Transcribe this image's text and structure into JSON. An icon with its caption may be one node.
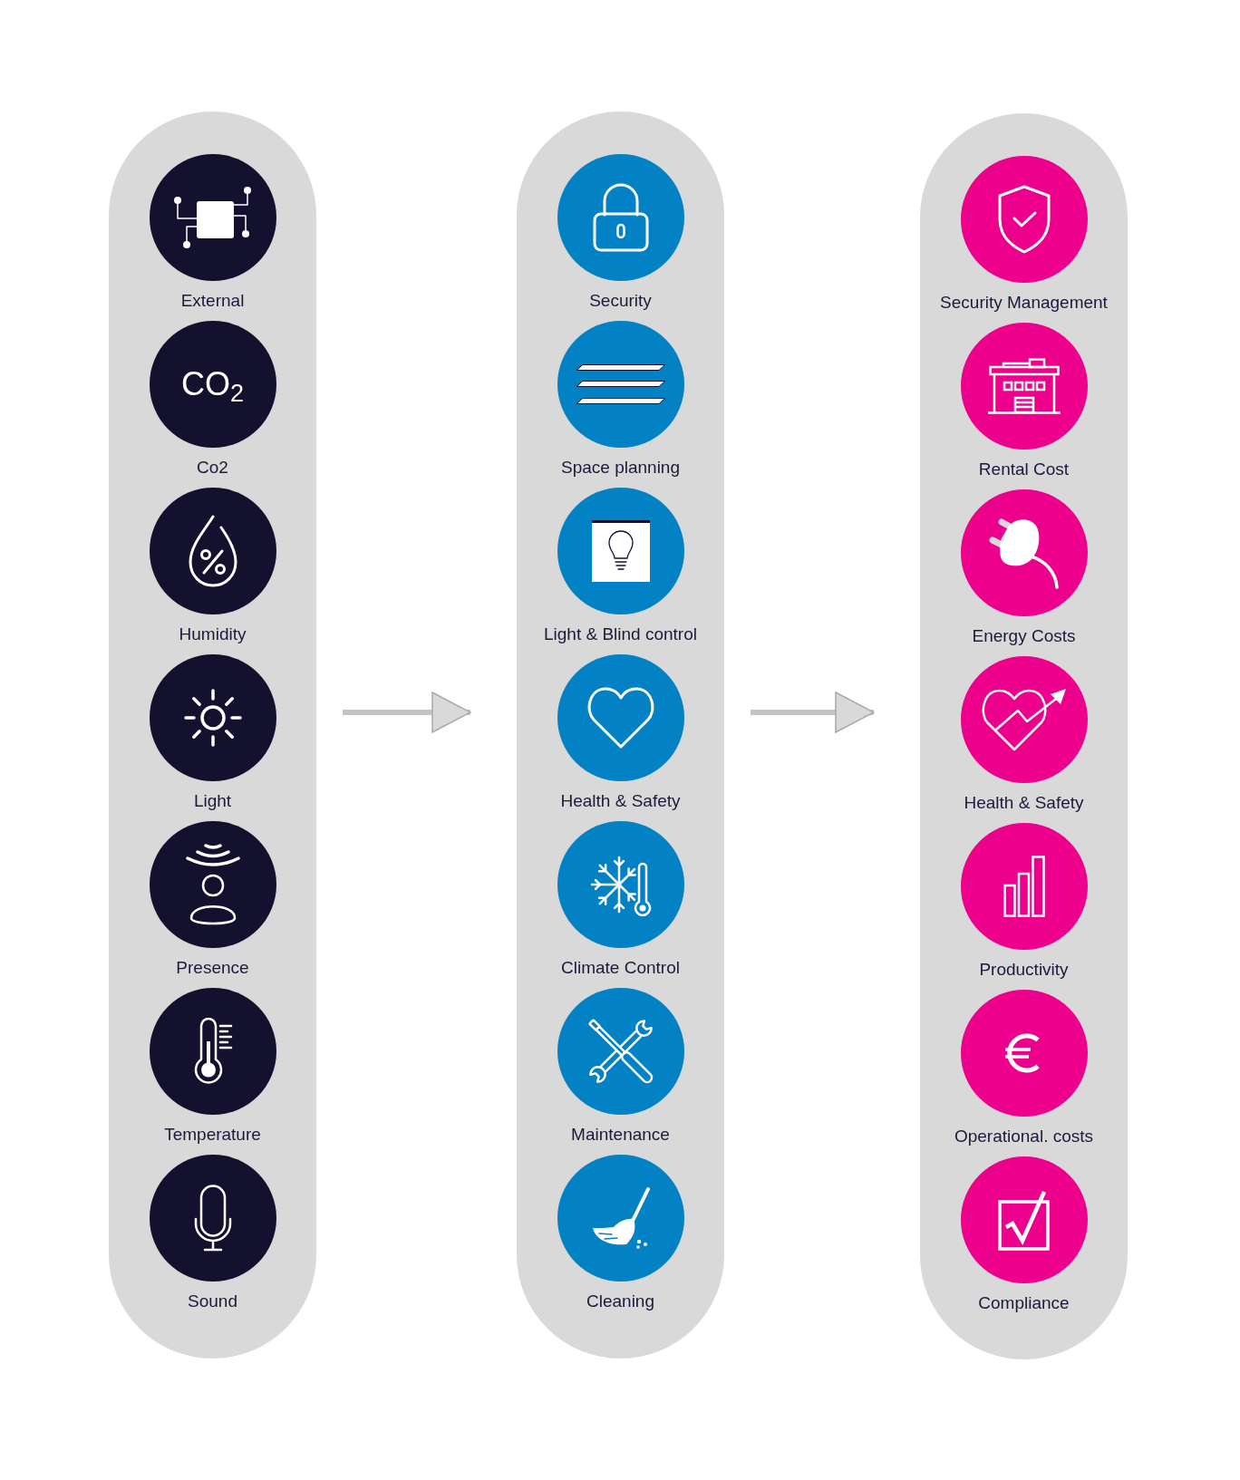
{
  "diagram": {
    "nodes": [
      {
        "text": [],
        "shape": "pill"
      },
      {
        "text": [
          "External"
        ],
        "in": 0
      },
      {
        "text": [
          "CO$_{2}$",
          "Co2"
        ],
        "in": 0
      },
      {
        "text": [
          "Humidity"
        ],
        "in": 0
      },
      {
        "text": [
          "Light"
        ],
        "in": 0
      },
      {
        "text": [
          "Presence"
        ],
        "in": 0
      },
      {
        "text": [
          "Temperature"
        ],
        "in": 0
      },
      {
        "text": [
          "Sound"
        ],
        "in": 0
      },
      {
        "text": [],
        "shape": "pill"
      },
      {
        "text": [
          "Security"
        ],
        "in": 8
      },
      {
        "text": [
          "Space planning"
        ],
        "in": 8
      },
      {
        "text": [
          "Light & Blind control"
        ],
        "in": 8
      },
      {
        "text": [
          "Health & Safety"
        ],
        "in": 8
      },
      {
        "text": [
          "Climate Control"
        ],
        "in": 8
      },
      {
        "text": [
          "Maintenance"
        ],
        "in": 8
      },
      {
        "text": [
          "Cleaning"
        ],
        "in": 8
      },
      {
        "text": [],
        "shape": "pill"
      },
      {
        "text": [
          "Security Management"
        ],
        "in": 16
      },
      {
        "text": [
          "Rental Cost"
        ],
        "in": 16
      },
      {
        "text": [
          "Energy Costs"
        ],
        "in": 16
      },
      {
        "text": [
          "Health & Safety"
        ],
        "in": 16
      },
      {
        "text": [
          "Productivity"
        ],
        "in": 16
      },
      {
        "text": [
          "Operational. costs"
        ],
        "in": 16
      },
      {
        "text": [
          "Compliance"
        ],
        "in": 16
      }
    ],
    "edges": [
      {
        "from": 0,
        "to": 8,
        "arrow": "to"
      },
      {
        "from": 8,
        "to": 16,
        "arrow": "to"
      }
    ]
  }
}
